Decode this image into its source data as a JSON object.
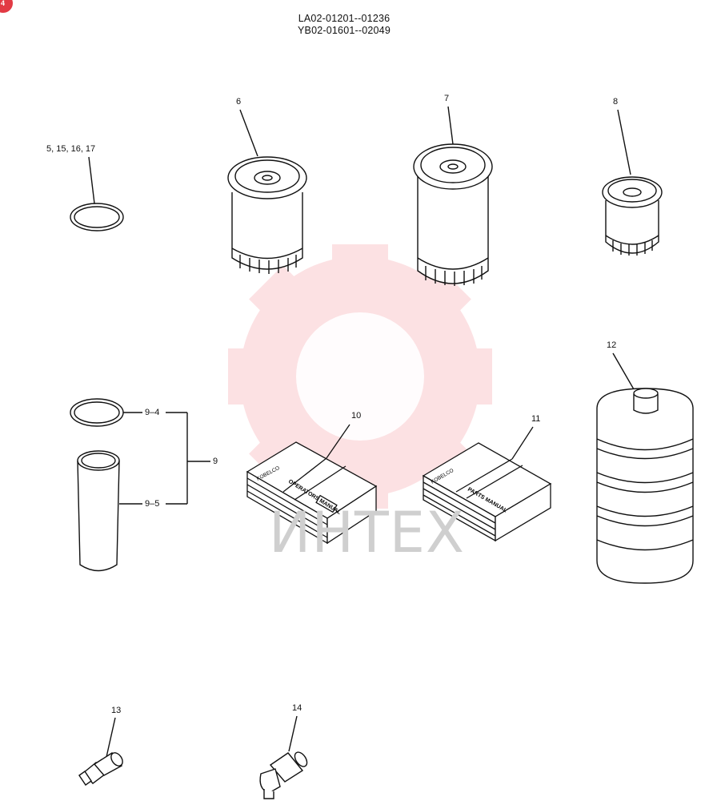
{
  "header": {
    "line1": "LA02-01201--01236",
    "line2": "YB02-01601--02049"
  },
  "callouts": {
    "c5": "5, 15, 16, 17",
    "c6": "6",
    "c7": "7",
    "c8": "8",
    "c9": "9",
    "c9_4": "9–4",
    "c9_5": "9–5",
    "c10": "10",
    "c11": "11",
    "c12": "12",
    "c13": "13",
    "c14": "14"
  },
  "book_texts": {
    "brand": "KOBELCO",
    "operators": "OPERATORS MANUAL",
    "parts": "PARTS MANUAL"
  },
  "watermark": {
    "text": "ИНТЕХ",
    "color": "#f04a5a"
  },
  "corner_badge": "4"
}
